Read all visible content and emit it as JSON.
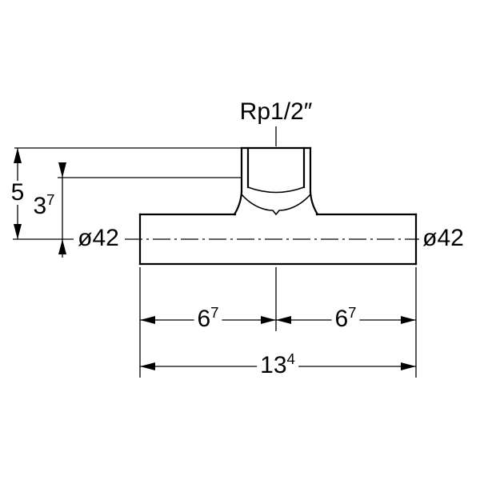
{
  "drawing": {
    "labels": {
      "thread": "Rp1/2″",
      "diameter_left": "ø42",
      "diameter_right": "ø42"
    },
    "dimensions": {
      "branch_height": {
        "value": "5",
        "sup": ""
      },
      "branch_depth": {
        "value": "3",
        "sup": "7"
      },
      "center_to_end_left": {
        "value": "6",
        "sup": "7"
      },
      "center_to_end_right": {
        "value": "6",
        "sup": "7"
      },
      "overall_length": {
        "value": "13",
        "sup": "4"
      }
    },
    "colors": {
      "line": "#000000",
      "background": "#ffffff"
    }
  }
}
